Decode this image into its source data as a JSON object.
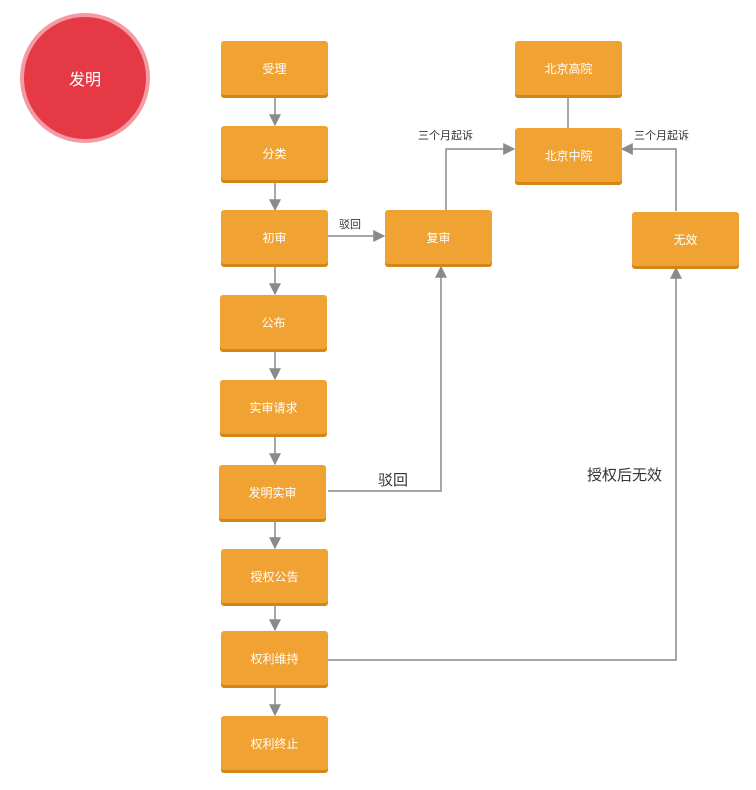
{
  "title": "发明",
  "nodes": {
    "shouli": "受理",
    "fenlei": "分类",
    "chushen": "初审",
    "gongbu": "公布",
    "shishen_qingqiu": "实审请求",
    "faming_shishen": "发明实审",
    "shouquan_gonggao": "授权公告",
    "quanli_weichi": "权利维持",
    "quanli_zhongzhi": "权利终止",
    "fushen": "复审",
    "beijing_zhongyuan": "北京中院",
    "beijing_gaoyuan": "北京高院",
    "wuxiao": "无效"
  },
  "edge_labels": {
    "bohui_1": "驳回",
    "bohui_2": "驳回",
    "sangeyue_left": "三个月起诉",
    "sangeyue_right": "三个月起诉",
    "shouquan_hou_wuxiao": "授权后无效"
  },
  "colors": {
    "node_fill": "#f0a233",
    "node_shadow": "#d38618",
    "circle_fill": "#e63946",
    "circle_ring": "#f39aa3",
    "edge": "#8a8a8a"
  }
}
